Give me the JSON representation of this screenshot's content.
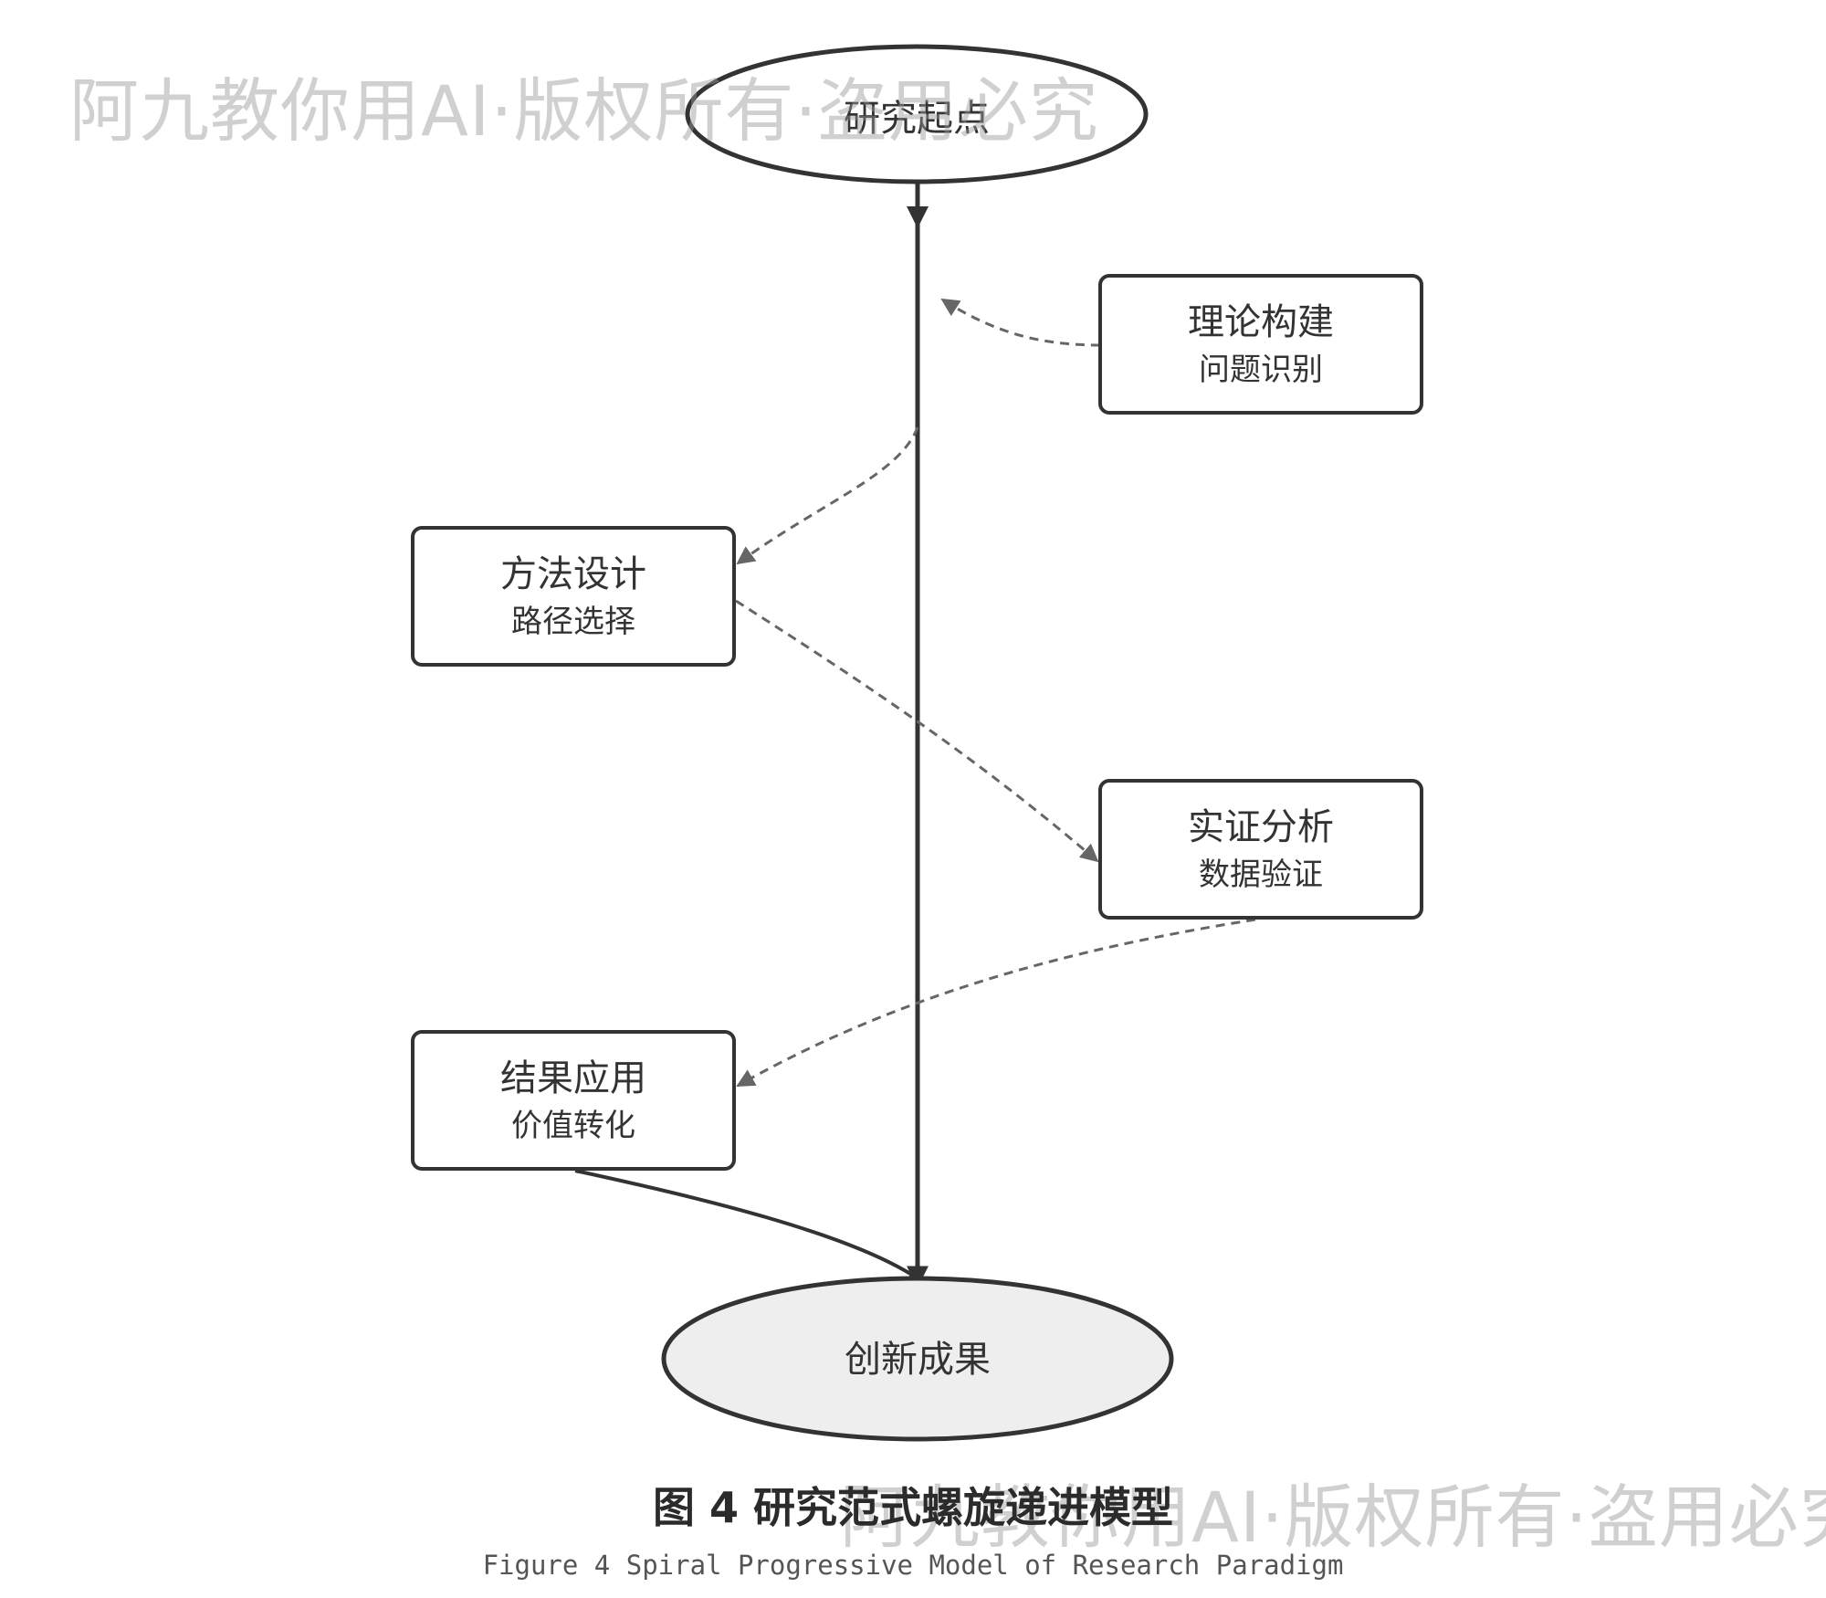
{
  "watermark": {
    "text": "阿九教你用AI·版权所有·盗用必究"
  },
  "nodes": {
    "start": {
      "label": "研究起点"
    },
    "theory": {
      "title": "理论构建",
      "subtitle": "问题识别"
    },
    "method": {
      "title": "方法设计",
      "subtitle": "路径选择"
    },
    "empirical": {
      "title": "实证分析",
      "subtitle": "数据验证"
    },
    "result": {
      "title": "结果应用",
      "subtitle": "价值转化"
    },
    "end": {
      "label": "创新成果"
    }
  },
  "caption": {
    "zh": "图 4 研究范式螺旋递进模型",
    "en": "Figure 4 Spiral Progressive Model of Research Paradigm"
  },
  "colors": {
    "stroke": "#333333",
    "dashed": "#666666",
    "end_fill": "#eeeeee",
    "box_fill": "#ffffff"
  }
}
